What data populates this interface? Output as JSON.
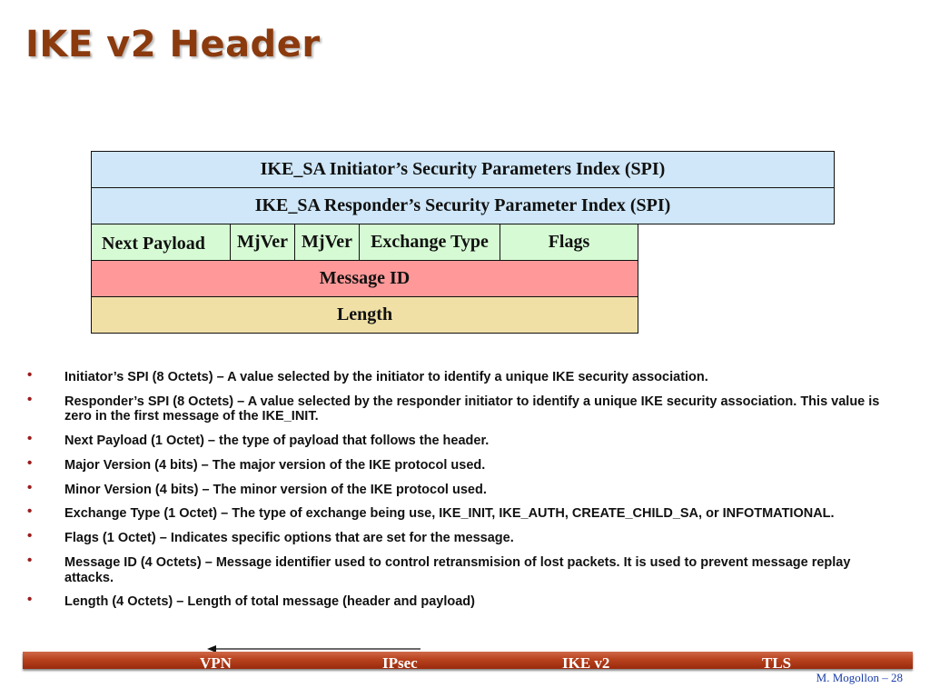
{
  "slide": {
    "title": "IKE v2 Header"
  },
  "header_diagram": {
    "initiator_spi": "IKE_SA Initiator’s Security Parameters Index (SPI)",
    "responder_spi": "IKE_SA Responder’s Security Parameter Index (SPI)",
    "next_payload": "Next Payload",
    "major_version": "MjVer",
    "minor_version": "MjVer",
    "exchange_type": "Exchange Type",
    "flags": "Flags",
    "message_id": "Message ID",
    "length": "Length",
    "colors": {
      "spi_rows": "#cfe7f8",
      "fields_row": "#d6fbd4",
      "message_id_row": "#ff9999",
      "length_row": "#f0e0a6"
    }
  },
  "bullets": [
    "Initiator’s SPI (8 Octets) – A value selected by the initiator to identify a unique IKE security association.",
    "Responder’s SPI (8 Octets) – A value selected by the responder initiator to identify a unique IKE security association. This value is zero in the first message of the IKE_INIT.",
    "Next Payload (1 Octet) – the type of payload that follows the header.",
    "Major Version (4 bits) – The major version of the IKE protocol used.",
    "Minor Version (4 bits) – The minor version of the IKE protocol used.",
    "Exchange Type (1 Octet) – The type of exchange being use, IKE_INIT, IKE_AUTH, CREATE_CHILD_SA, or INFOTMATIONAL.",
    "Flags (1 Octet) – Indicates specific options that are set for the message.",
    "Message ID (4 Octets) – Message identifier used to control retransmision of lost packets. It is used to prevent message replay attacks.",
    "Length (4 Octets) – Length of total message (header and payload)"
  ],
  "nav": {
    "items": [
      "VPN",
      "IPsec",
      "IKE v2",
      "TLS"
    ],
    "bar_color": "#b8421e"
  },
  "footer": {
    "text": "M. Mogollon – 28"
  }
}
